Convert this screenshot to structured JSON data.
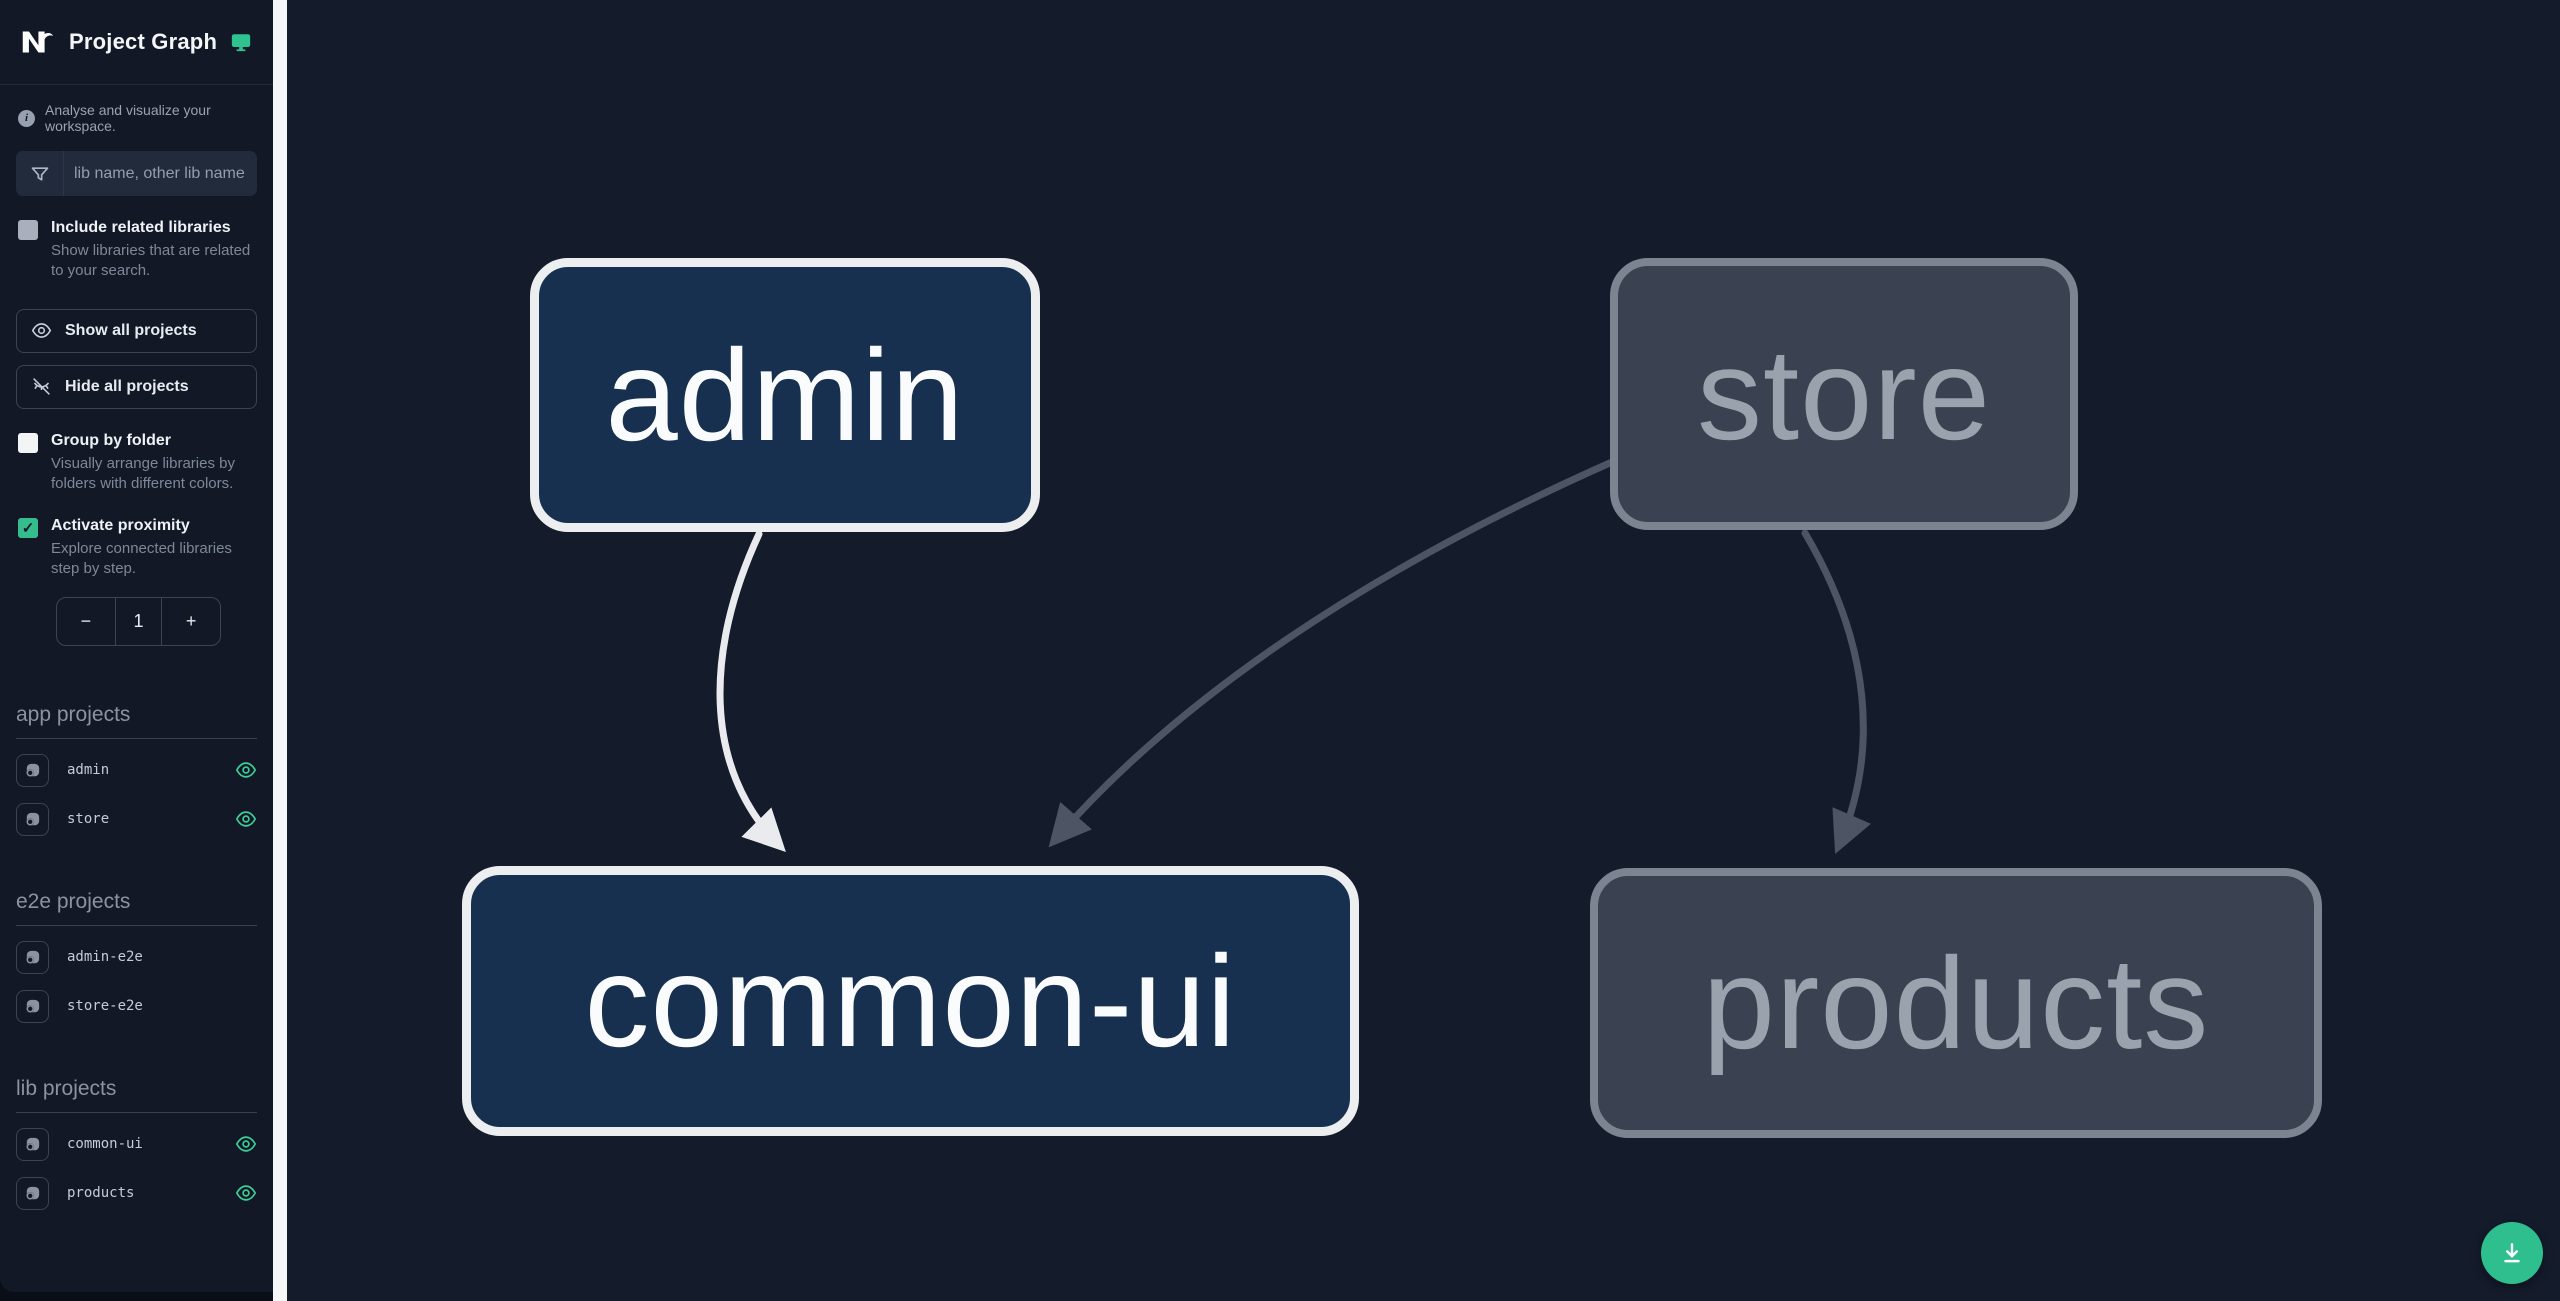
{
  "header": {
    "title": "Project Graph"
  },
  "intro": {
    "text": "Analyse and visualize your workspace."
  },
  "search": {
    "placeholder": "lib name, other lib name",
    "value": ""
  },
  "options": [
    {
      "label": "Include related libraries",
      "description": "Show libraries that are related to your search.",
      "checked": false
    },
    {
      "label": "Group by folder",
      "description": "Visually arrange libraries by folders with different colors.",
      "checked": false
    },
    {
      "label": "Activate proximity",
      "description": "Explore connected libraries step by step.",
      "checked": true
    }
  ],
  "buttons": {
    "show_all": "Show all projects",
    "hide_all": "Hide all projects"
  },
  "proximity_stepper": {
    "decrement": "−",
    "value": "1",
    "increment": "+"
  },
  "sections": [
    {
      "title": "app projects",
      "items": [
        {
          "name": "admin",
          "visible": true
        },
        {
          "name": "store",
          "visible": true
        }
      ]
    },
    {
      "title": "e2e projects",
      "items": [
        {
          "name": "admin-e2e",
          "visible": false
        },
        {
          "name": "store-e2e",
          "visible": false
        }
      ]
    },
    {
      "title": "lib projects",
      "items": [
        {
          "name": "common-ui",
          "visible": true
        },
        {
          "name": "products",
          "visible": true
        }
      ]
    }
  ],
  "graph": {
    "nodes": [
      {
        "label": "admin",
        "state": "focused"
      },
      {
        "label": "store",
        "state": "unfocused"
      },
      {
        "label": "common-ui",
        "state": "focused"
      },
      {
        "label": "products",
        "state": "unfocused"
      }
    ],
    "edges": [
      {
        "from": "admin",
        "to": "common-ui",
        "style": "highlighted"
      },
      {
        "from": "store",
        "to": "common-ui",
        "style": "dimmed"
      },
      {
        "from": "store",
        "to": "products",
        "style": "dimmed"
      }
    ]
  },
  "fab": {
    "icon": "download-icon"
  },
  "colors": {
    "accent_green": "#2fbf8e",
    "canvas_bg": "#141b2b",
    "sidebar_bg": "#121826",
    "focused_node_fill": "#17304f",
    "focused_node_border": "#eceef0",
    "unfocused_node_fill": "#3a4150",
    "unfocused_node_border": "#7c8492",
    "edge_highlight": "#e9ebee",
    "edge_dimmed": "#4d5564"
  }
}
